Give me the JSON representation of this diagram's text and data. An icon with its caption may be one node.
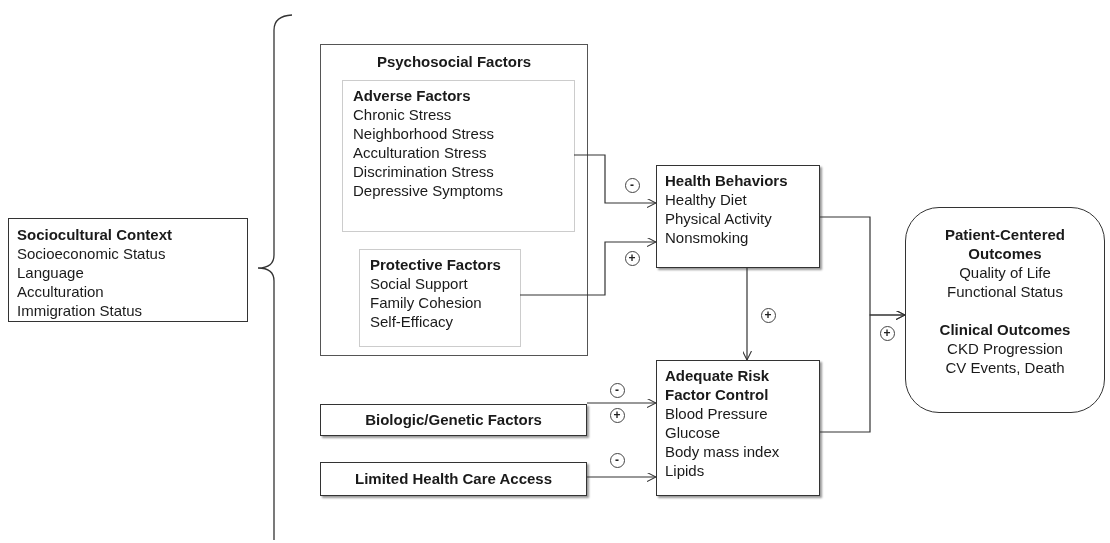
{
  "diagram": {
    "nodes": [
      {
        "text": [
          "Sociocultural Context",
          "Socioeconomic Status",
          "Language",
          "Acculturation",
          "Immigration Status"
        ]
      },
      {
        "text": [
          "Psychosocial Factors"
        ]
      },
      {
        "text": [
          "Adverse Factors",
          "Chronic Stress",
          "Neighborhood Stress",
          "Acculturation Stress",
          "Discrimination Stress",
          "Depressive Symptoms"
        ],
        "in": 1
      },
      {
        "text": [
          "Protective Factors",
          "Social Support",
          "Family Cohesion",
          "Self-Efficacy"
        ],
        "in": 1
      },
      {
        "text": [
          "Health Behaviors",
          "Healthy Diet",
          "Physical Activity",
          "Nonsmoking"
        ]
      },
      {
        "text": [
          "Biologic/Genetic Factors"
        ]
      },
      {
        "text": [
          "Limited Health Care Access"
        ]
      },
      {
        "text": [
          "Adequate Risk Factor Control",
          "Blood Pressure",
          "Glucose",
          "Body mass index",
          "Lipids"
        ]
      },
      {
        "text": [
          "Patient-Centered Outcomes",
          "Quality of Life",
          "Functional Status",
          "Clinical Outcomes",
          "CKD Progression",
          "CV Events, Death"
        ]
      }
    ],
    "edges": [
      {
        "from": 2,
        "to": 4,
        "arrow": "to",
        "label": "-"
      },
      {
        "from": 3,
        "to": 4,
        "arrow": "to",
        "label": "+"
      },
      {
        "from": 4,
        "to": 7,
        "arrow": "to",
        "label": "+"
      },
      {
        "from": 5,
        "to": 7,
        "arrow": "to",
        "label": "-"
      },
      {
        "from": 6,
        "to": 7,
        "arrow": "to",
        "label": "-"
      },
      {
        "from": 4,
        "to": 8,
        "arrow": "to"
      },
      {
        "from": 7,
        "to": 8,
        "arrow": "to"
      }
    ],
    "labels": [
      "+",
      "+"
    ]
  }
}
